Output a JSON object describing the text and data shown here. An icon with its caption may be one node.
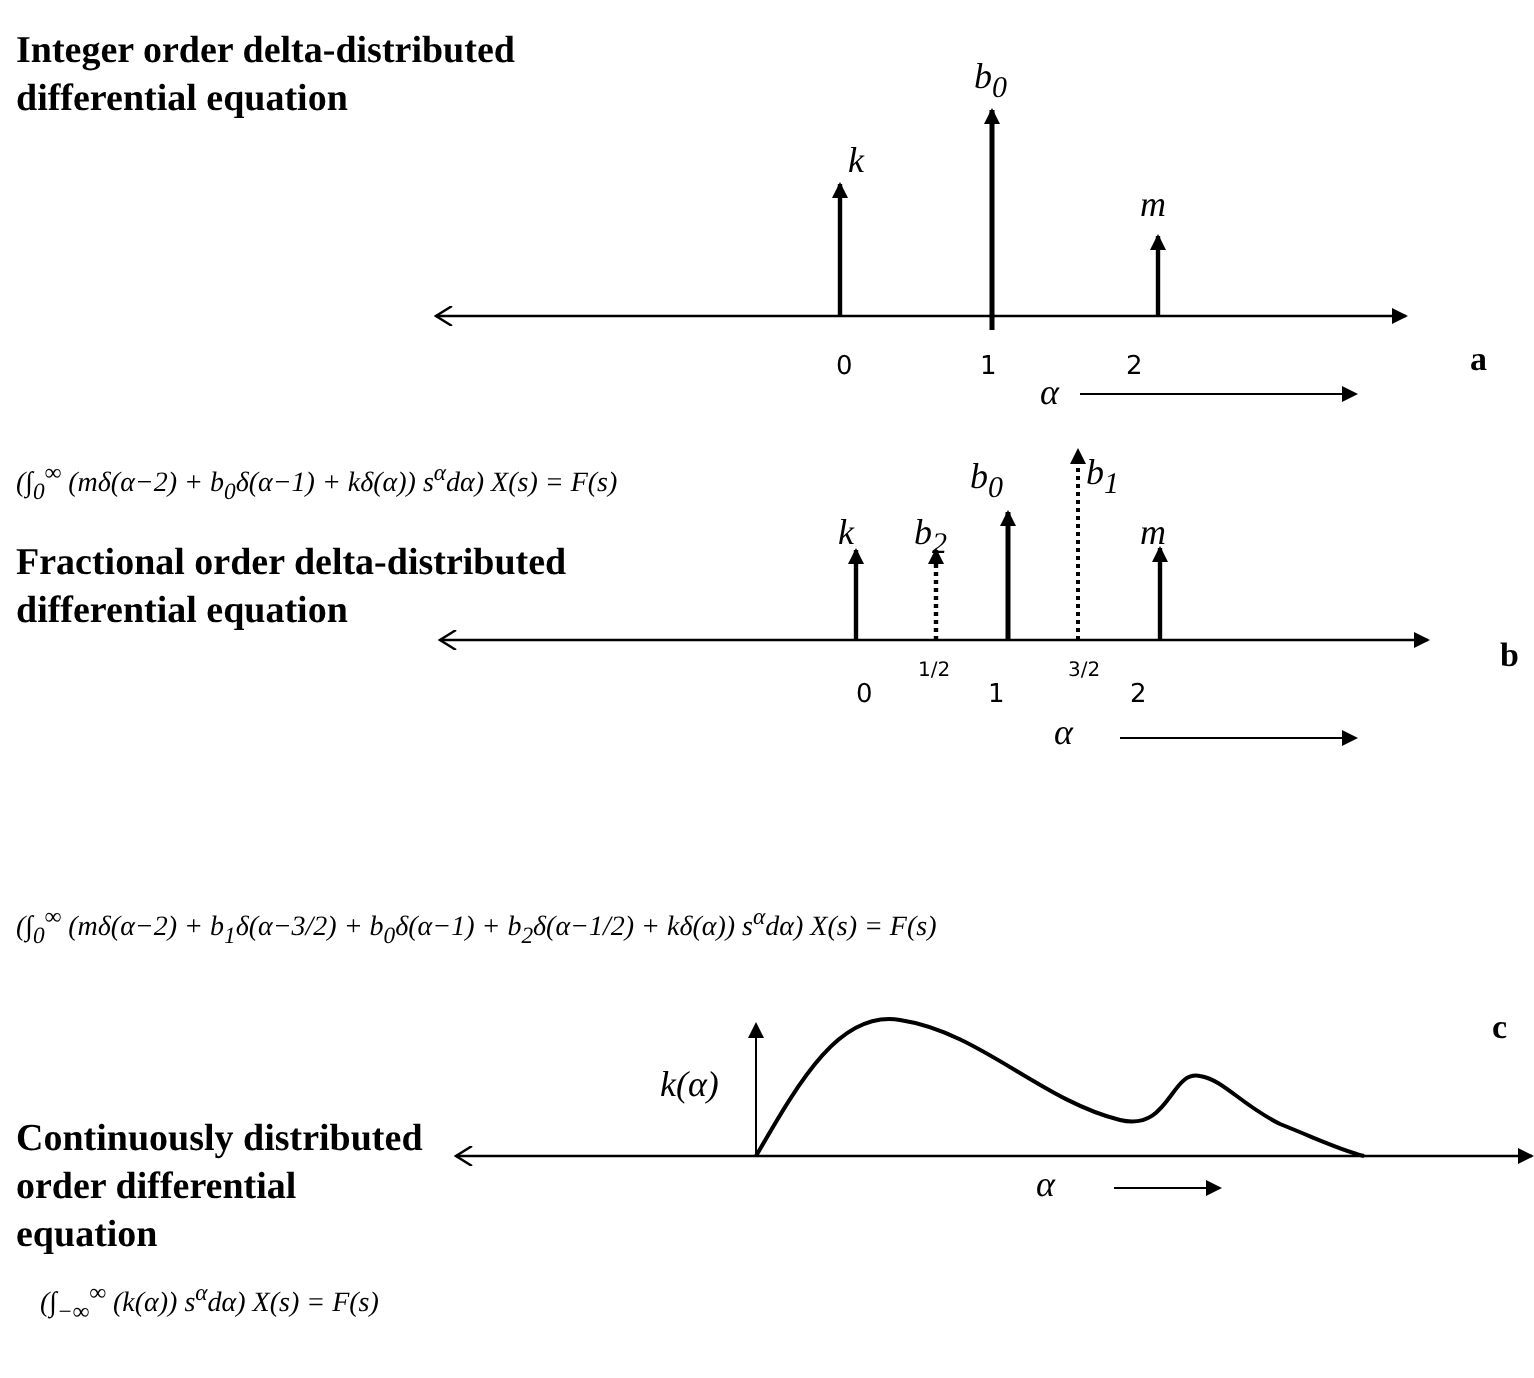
{
  "diagram": {
    "labels": [
      "Integer order delta-distributed differential equation",
      "b$_{0}$",
      "k",
      "m",
      "0",
      "1",
      "2",
      "α",
      "a",
      "(∫$_{0}$$^{∞}$ (mδ(α−2) + b$_{0}$δ(α−1) + kδ(α)) s$^{α}$dα) X(s) = F(s)",
      "b$_{0}$",
      "b$_{1}$",
      "k",
      "b$_{2}$",
      "Fractional order delta-distributed differential equation",
      "m",
      "0",
      "1/2",
      "1",
      "3/2",
      "2",
      "b",
      "α",
      "(∫$_{0}$$^{∞}$ (mδ(α−2) + b$_{1}$δ(α−3/2) + b$_{0}$δ(α−1) + b$_{2}$δ(α−1/2) + kδ(α)) s$^{α}$dα) X(s) = F(s)",
      "Continuously distributed order differential equation",
      "c",
      "k(α)",
      "α",
      "(∫$_{−∞}$$^{∞}$ (k(α)) s$^{α}$dα) X(s) = F(s)"
    ]
  }
}
